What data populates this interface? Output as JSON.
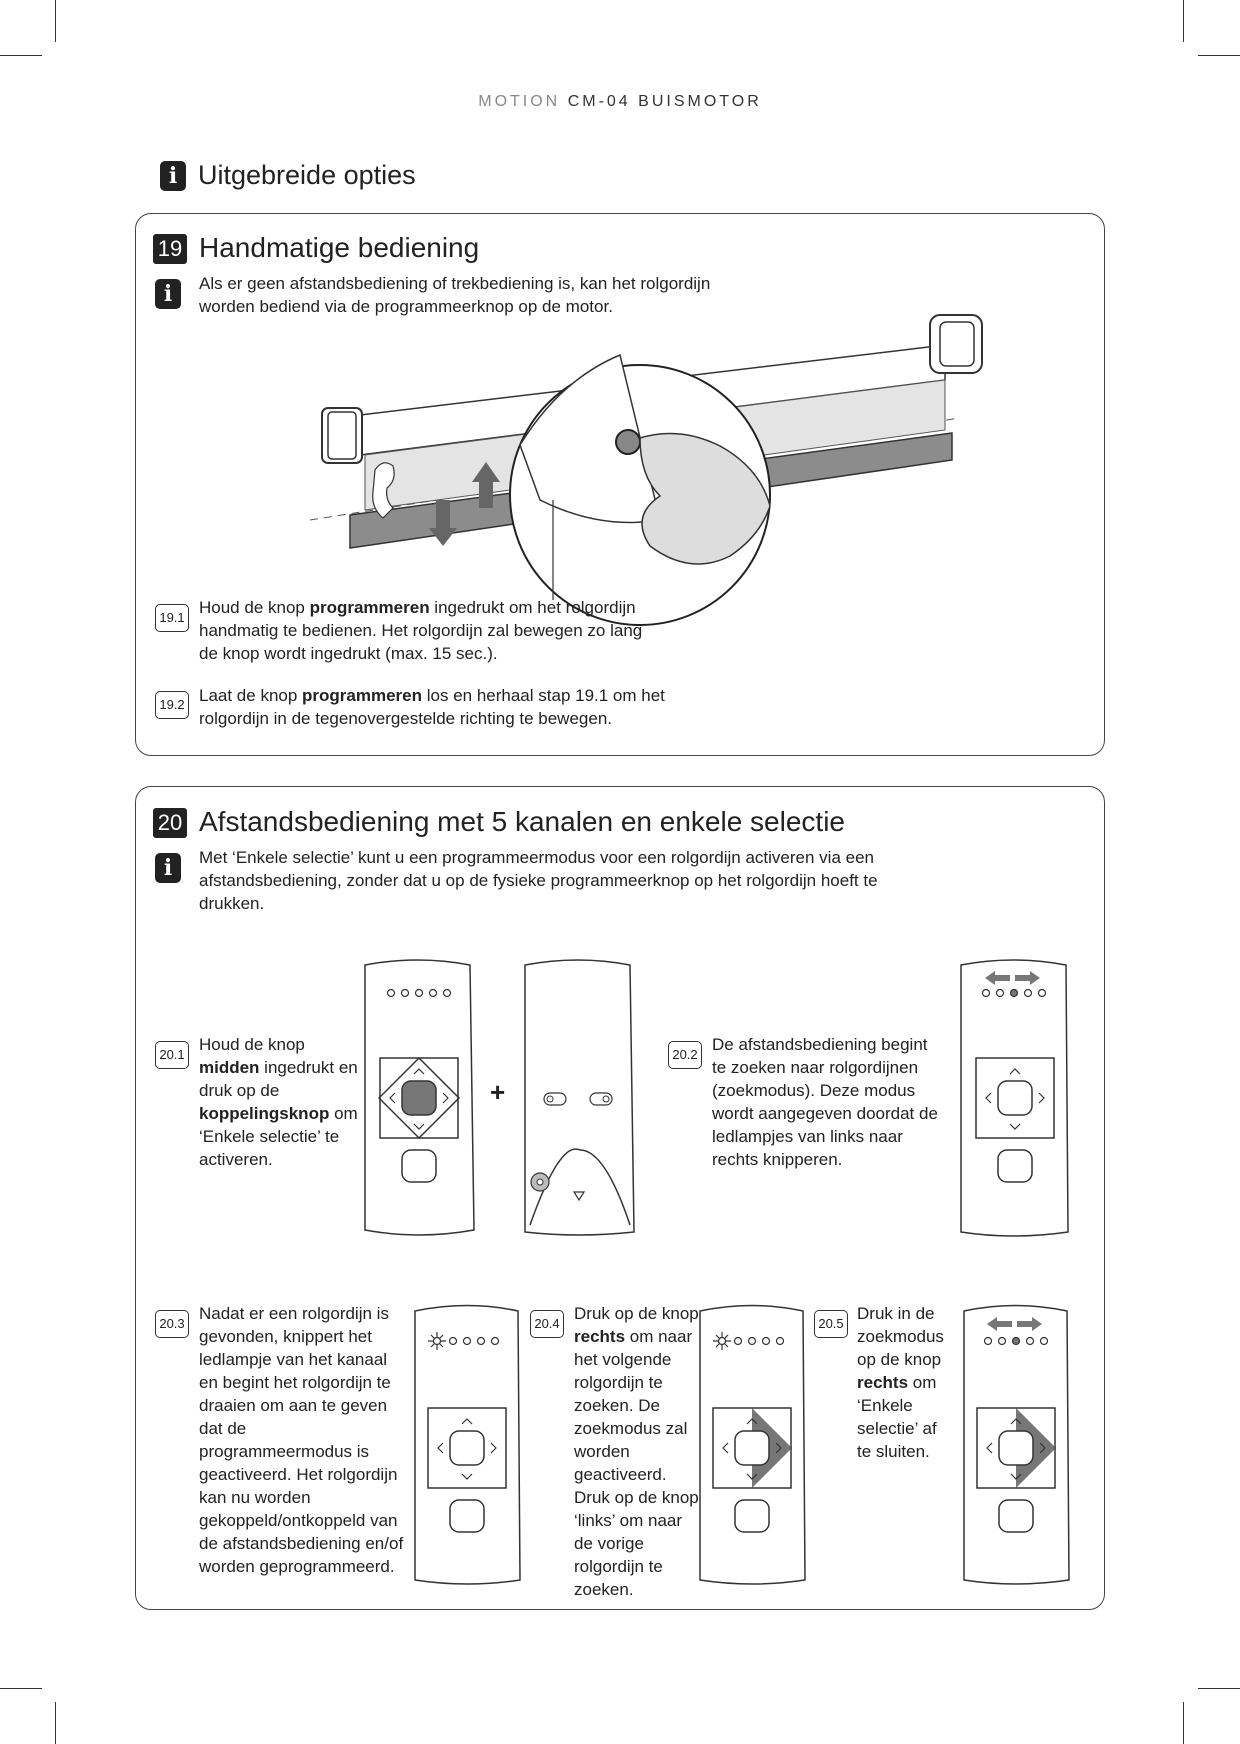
{
  "header": {
    "brand": "MOTION",
    "product": "CM-04 BUISMOTOR"
  },
  "page_title": "Uitgebreide opties",
  "section19": {
    "number": "19",
    "title": "Handmatige bediening",
    "intro": "Als er geen afstandsbediening of trekbediening is, kan het rolgordijn worden bediend via de programmeerknop op de motor.",
    "steps": [
      {
        "id": "19.1",
        "t1": "Houd de knop ",
        "b1": "programmeren",
        "t2": " ingedrukt om het rolgordijn handmatig te bedienen. Het rolgordijn zal bewegen zo lang de knop wordt ingedrukt (max. 15 sec.)."
      },
      {
        "id": "19.2",
        "t1": "Laat de knop ",
        "b1": "programmeren",
        "t2": " los en herhaal stap 19.1 om het rolgordijn in de tegenovergestelde richting te bewegen."
      }
    ]
  },
  "section20": {
    "number": "20",
    "title": "Afstandsbediening met 5 kanalen en enkele selectie",
    "intro": "Met ‘Enkele selectie’ kunt u een programmeermodus voor een rolgordijn activeren via een afstandsbediening, zonder dat u op de fysieke programmeerknop op het rolgordijn hoeft te drukken.",
    "plus": "+",
    "steps": [
      {
        "id": "20.1",
        "t1": "Houd de knop ",
        "b1": "midden",
        "t2": " ingedrukt en druk op de ",
        "b2": "koppelingsknop",
        "t3": " om ‘Enkele selectie’ te activeren."
      },
      {
        "id": "20.2",
        "t1": "De afstandsbediening begint te zoeken naar rolgordijnen (zoekmodus). Deze modus wordt aangegeven doordat de ledlampjes van links naar rechts knipperen."
      },
      {
        "id": "20.3",
        "t1": "Nadat er een rolgordijn is gevonden, knippert het ledlampje van het kanaal en begint het rolgordijn te draaien om aan te geven dat de programmeermodus is geactiveerd. Het rolgordijn kan nu worden gekoppeld/ontkoppeld van de afstandsbediening en/of worden geprogrammeerd."
      },
      {
        "id": "20.4",
        "t1": "Druk op de knop ",
        "b1": "rechts",
        "t2": " om naar het volgende rolgordijn te zoeken. De zoekmodus zal worden geactiveerd. Druk op de knop ‘links’ om naar de vorige rolgordijn te zoeken."
      },
      {
        "id": "20.5",
        "t1": "Druk in de zoekmodus op de knop ",
        "b1": "rechts",
        "t2": " om ‘Enkele selectie’ af te sluiten."
      }
    ]
  },
  "colors": {
    "highlight": "#777777",
    "panel_border": "#444444",
    "badge": "#222222"
  }
}
